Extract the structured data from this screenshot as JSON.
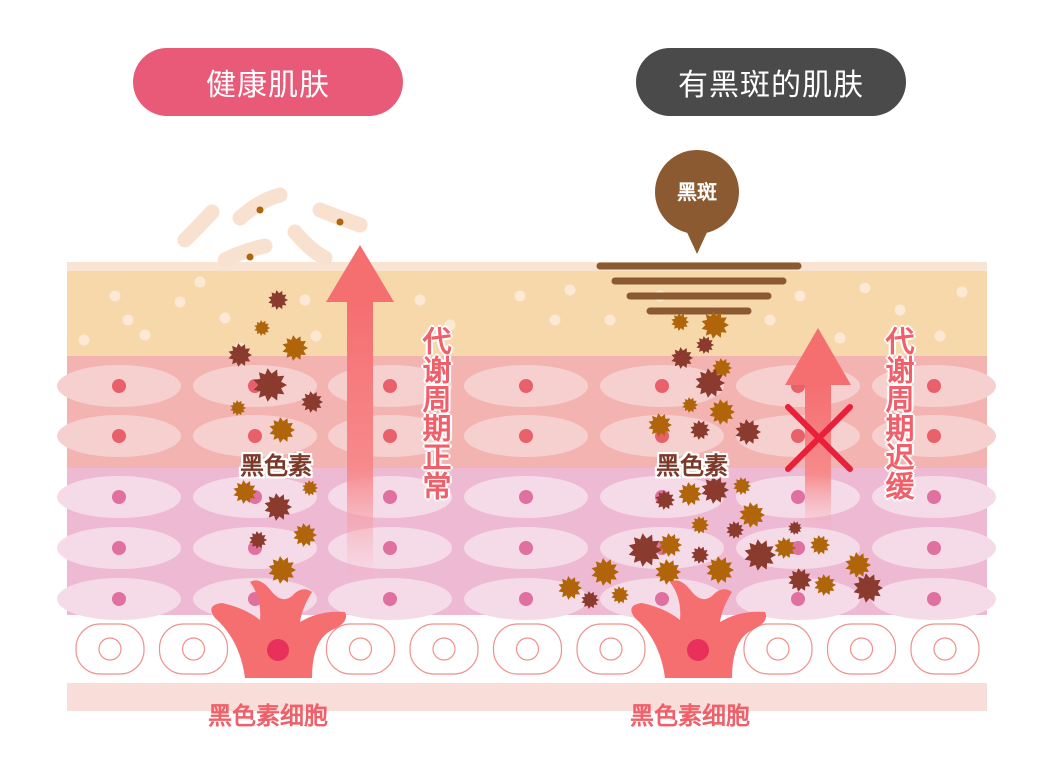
{
  "titles": {
    "healthy": "健康肌肤",
    "spotted": "有黑斑的肌肤"
  },
  "bubble": "黑斑",
  "left": {
    "melanin_label": "黑色素",
    "metabolism": "代谢周期正常",
    "cell_label": "黑色素细胞"
  },
  "right": {
    "melanin_label": "黑色素",
    "metabolism": "代谢周期迟缓",
    "cell_label": "黑色素细胞"
  },
  "colors": {
    "healthy_pill": "#e95a78",
    "spotted_pill": "#4a4a4a",
    "arrow": "#f56e70",
    "melanin_dark": "#8b3a2e",
    "melanin_amber": "#b0650a",
    "spot": "#8b5a30"
  }
}
